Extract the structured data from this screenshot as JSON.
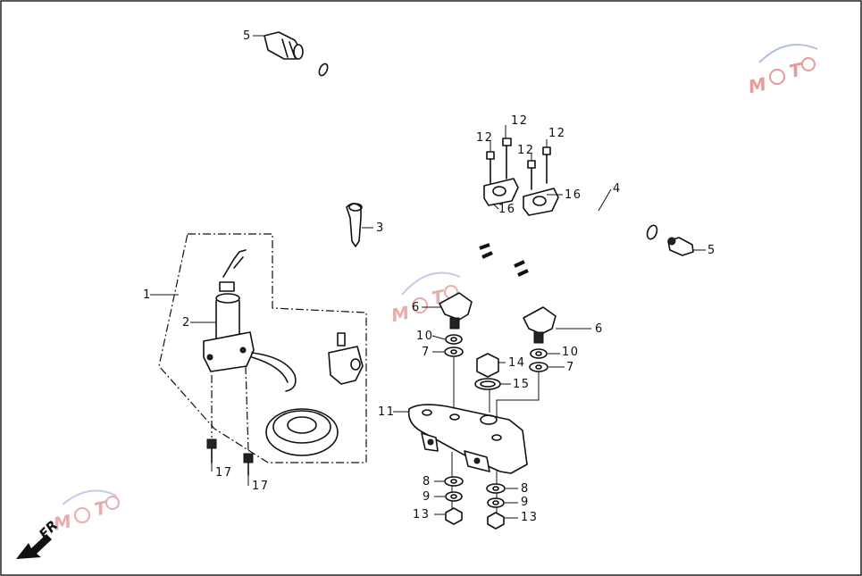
{
  "callouts": [
    {
      "id": "c5a",
      "text": "5"
    },
    {
      "id": "c12a",
      "text": "12"
    },
    {
      "id": "c12b",
      "text": "12"
    },
    {
      "id": "c12c",
      "text": "12"
    },
    {
      "id": "c12d",
      "text": "12"
    },
    {
      "id": "c16a",
      "text": "16"
    },
    {
      "id": "c16b",
      "text": "16"
    },
    {
      "id": "c4",
      "text": "4"
    },
    {
      "id": "c5b",
      "text": "5"
    },
    {
      "id": "c3",
      "text": "3"
    },
    {
      "id": "c1",
      "text": "1"
    },
    {
      "id": "c2",
      "text": "2"
    },
    {
      "id": "c6a",
      "text": "6"
    },
    {
      "id": "c10a",
      "text": "10"
    },
    {
      "id": "c7a",
      "text": "7"
    },
    {
      "id": "c6b",
      "text": "6"
    },
    {
      "id": "c10b",
      "text": "10"
    },
    {
      "id": "c7b",
      "text": "7"
    },
    {
      "id": "c14",
      "text": "14"
    },
    {
      "id": "c15",
      "text": "15"
    },
    {
      "id": "c11",
      "text": "11"
    },
    {
      "id": "c17a",
      "text": "17"
    },
    {
      "id": "c17b",
      "text": "17"
    },
    {
      "id": "c8a",
      "text": "8"
    },
    {
      "id": "c9a",
      "text": "9"
    },
    {
      "id": "c13a",
      "text": "13"
    },
    {
      "id": "c8b",
      "text": "8"
    },
    {
      "id": "c9b",
      "text": "9"
    },
    {
      "id": "c13b",
      "text": "13"
    }
  ],
  "front_indicator": "FR",
  "watermark_logo": "MOTO"
}
